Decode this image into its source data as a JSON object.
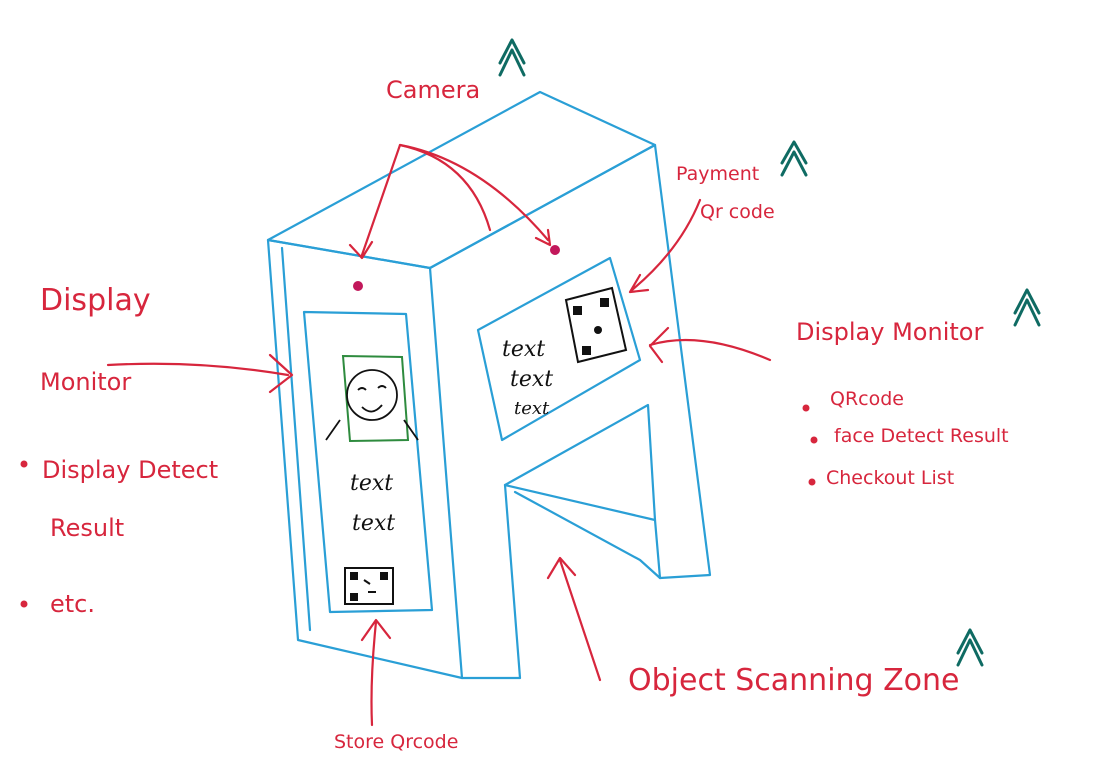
{
  "labels": {
    "camera": "Camera",
    "payment_line1": "Payment",
    "payment_line2": "Qr code",
    "display_left_line1": "Display",
    "display_left_line2": "Monitor",
    "display_detect_line1": "Display Detect",
    "display_detect_line2": "Result",
    "etc": "etc.",
    "display_monitor_right": "Display Monitor",
    "right_bullets": [
      "QRcode",
      "face Detect Result",
      "Checkout List"
    ],
    "object_zone": "Object Scanning Zone",
    "store_qrcode": "Store Qrcode"
  },
  "screen_text": {
    "left_text_1": "text",
    "left_text_2": "text",
    "right_text_1": "text",
    "right_text_2": "text",
    "right_text_3": "text"
  },
  "colors": {
    "annotation": "#d7263d",
    "kiosk_outline": "#2a9fd6",
    "highlight_chevron": "#0f6b63",
    "face_frame": "#2e8b3e",
    "camera_dot": "#c2185b"
  },
  "icons": [
    "chevron-up-icon",
    "face-icon",
    "qr-code-icon",
    "camera-dot-icon"
  ]
}
